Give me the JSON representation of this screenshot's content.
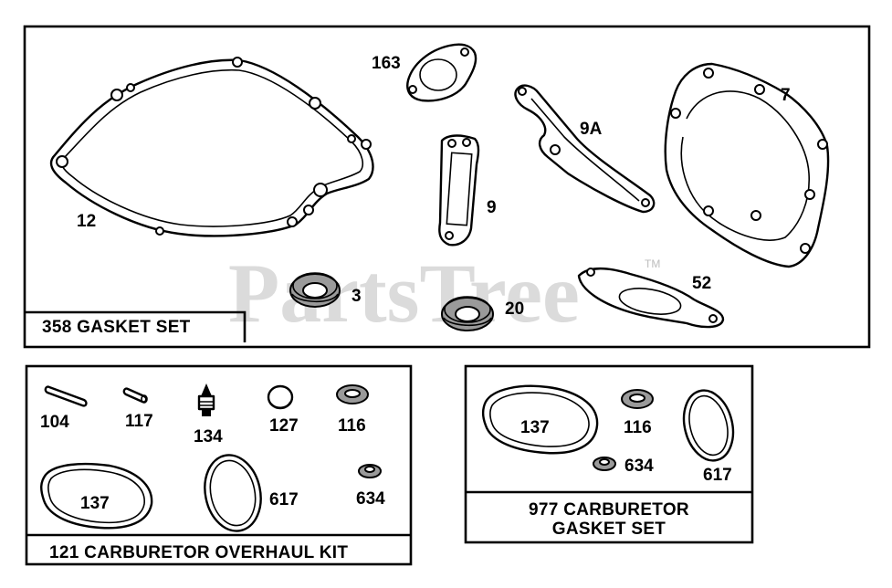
{
  "watermark": {
    "text": "PartsTree",
    "tm": "TM"
  },
  "panels": {
    "gasket_set": {
      "title": "358 GASKET SET",
      "labels": {
        "p12": "12",
        "p163": "163",
        "p9a": "9A",
        "p7": "7",
        "p9": "9",
        "p3": "3",
        "p20": "20",
        "p52": "52"
      }
    },
    "overhaul_kit": {
      "title": "121 CARBURETOR OVERHAUL KIT",
      "labels": {
        "p104": "104",
        "p117": "117",
        "p134": "134",
        "p127": "127",
        "p116": "116",
        "p137": "137",
        "p617": "617",
        "p634": "634"
      }
    },
    "carb_gasket_set": {
      "title_line1": "977 CARBURETOR",
      "title_line2": "GASKET SET",
      "labels": {
        "p137": "137",
        "p116": "116",
        "p634": "634",
        "p617": "617"
      }
    }
  }
}
